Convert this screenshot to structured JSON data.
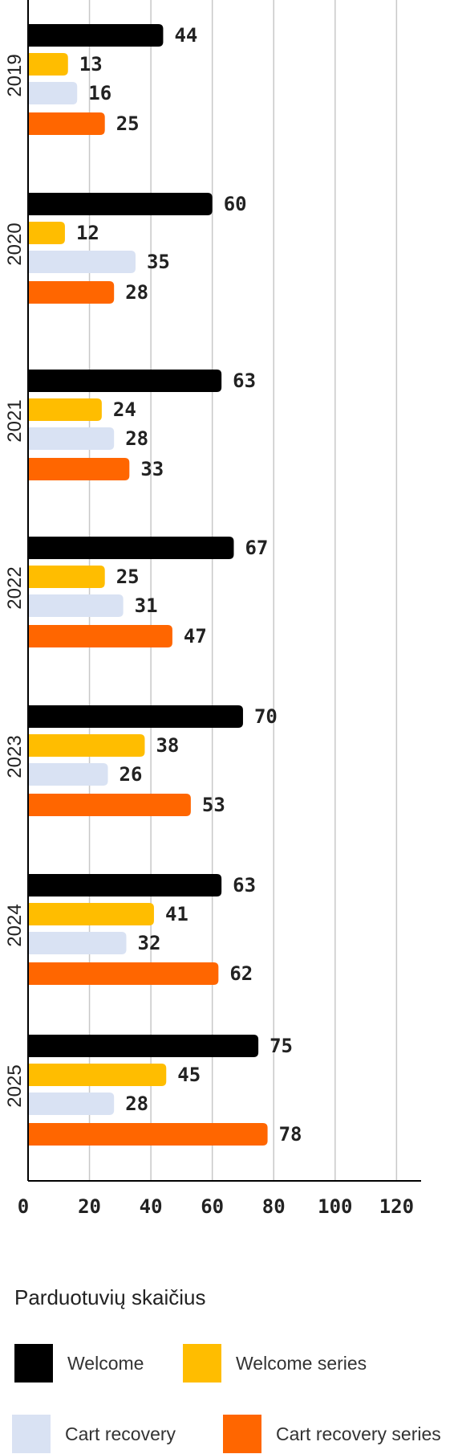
{
  "chart_data": {
    "type": "bar",
    "orientation": "horizontal",
    "categories": [
      "2019",
      "2020",
      "2021",
      "2022",
      "2023",
      "2024",
      "2025"
    ],
    "series": [
      {
        "name": "Welcome",
        "color": "#000000",
        "values": [
          44,
          60,
          63,
          67,
          70,
          63,
          75
        ]
      },
      {
        "name": "Welcome series",
        "color": "#FFBD00",
        "values": [
          13,
          12,
          24,
          25,
          38,
          41,
          45
        ]
      },
      {
        "name": "Cart recovery",
        "color": "#D9E2F3",
        "values": [
          16,
          35,
          28,
          31,
          26,
          32,
          28
        ]
      },
      {
        "name": "Cart recovery series",
        "color": "#FF6600",
        "values": [
          25,
          28,
          33,
          47,
          53,
          62,
          78
        ]
      }
    ],
    "xticks": [
      "0",
      "20",
      "40",
      "60",
      "80",
      "100",
      "120"
    ],
    "xlim": [
      0,
      128
    ],
    "grid": true,
    "legend_title": "Parduotuvių skaičius",
    "legend_position": "bottom"
  }
}
